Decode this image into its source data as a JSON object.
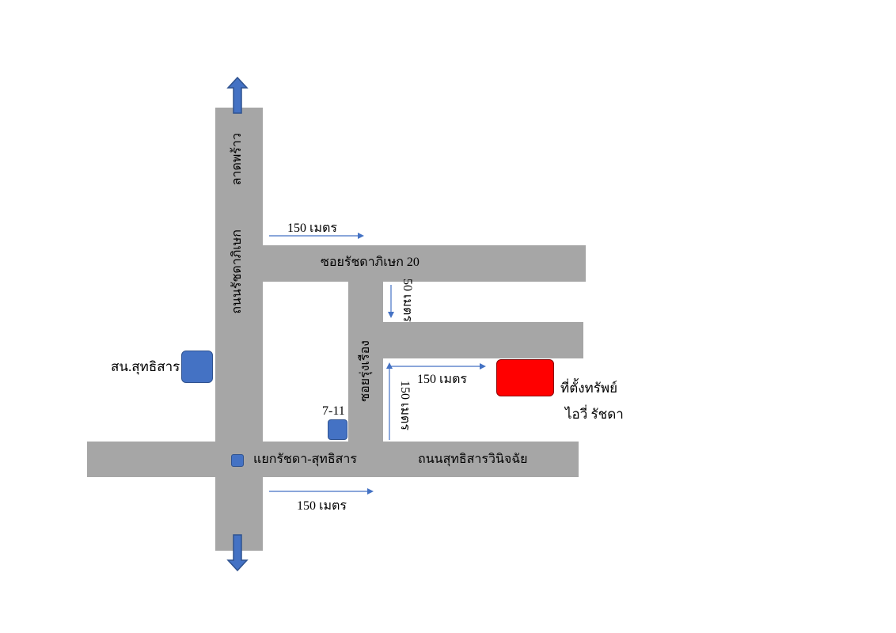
{
  "roads": {
    "lat_phrao_top": "ลาดพร้าว",
    "ratchadaphisek": "ถนนรัชดาภิเษก",
    "soi_ratchada_20": "ซอยรัชดาภิเษก 20",
    "soi_roong_rueang": "ซอยรุ่งเรือง",
    "sutthisan": "ถนนสุทธิสารวินิจฉัย"
  },
  "places": {
    "police_station": "สน.สุทธิสาร",
    "seven_eleven": "7-11",
    "intersection": "แยกรัชดา-สุทธิสาร",
    "property_line1": "ที่ตั้งทรัพย์",
    "property_line2": "ไอวี่ รัชดา"
  },
  "distances": {
    "top": "150 เมตร",
    "soi_down": "50 เมตร",
    "to_property": "150 เมตร",
    "up_from_sutthisan": "150 เมตร",
    "bottom": "150 เมตร"
  },
  "colors": {
    "road": "#a6a6a6",
    "marker": "#4472c4",
    "property": "#ff0000",
    "arrow": "#4472c4"
  }
}
